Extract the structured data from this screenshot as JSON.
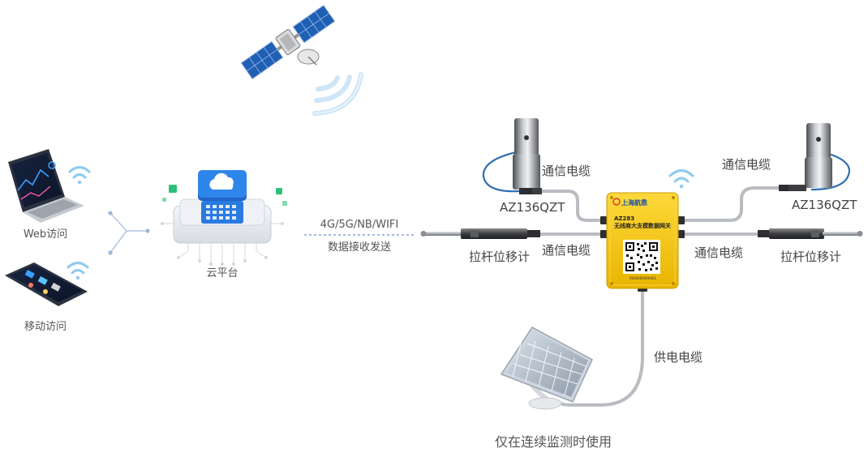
{
  "labels": {
    "web_access": "Web访问",
    "mobile_access": "移动访问",
    "cloud_platform": "云平台",
    "network_protocols": "4G/5G/NB/WIFI",
    "data_transfer": "数据接收发送",
    "comm_cable_top_left": "通信电缆",
    "comm_cable_top_right": "通信电缆",
    "comm_cable_mid_left": "通信电缆",
    "comm_cable_mid_right": "通信电缆",
    "sensor_left_model": "AZ136QZT",
    "sensor_right_model": "AZ136QZT",
    "displacement_left": "拉杆位移计",
    "displacement_right": "拉杆位移计",
    "power_cable": "供电电缆",
    "solar_note": "仅在连续监测时使用"
  },
  "gateway": {
    "brand": "上海航鼎",
    "model": "AZ283",
    "name": "无线商大支模数据网关",
    "serial": "0000000000001"
  },
  "colors": {
    "gateway_yellow": "#f2c40f",
    "cable_gray": "#b9bcc0",
    "cable_blue": "#2f6fb0",
    "accent_blue": "#1a6ed8",
    "wifi_blue": "#7ec3ee",
    "cloud_blue": "#2a7be0",
    "green_cube": "#2fbf7a"
  },
  "icons": {
    "satellite": "satellite-icon",
    "signal": "signal-waves-icon",
    "laptop": "laptop-icon",
    "phone": "mobile-phone-icon",
    "cloud": "cloud-platform-icon",
    "wifi": "wifi-icon",
    "solar": "solar-panel-icon",
    "qr": "qr-code-icon"
  }
}
